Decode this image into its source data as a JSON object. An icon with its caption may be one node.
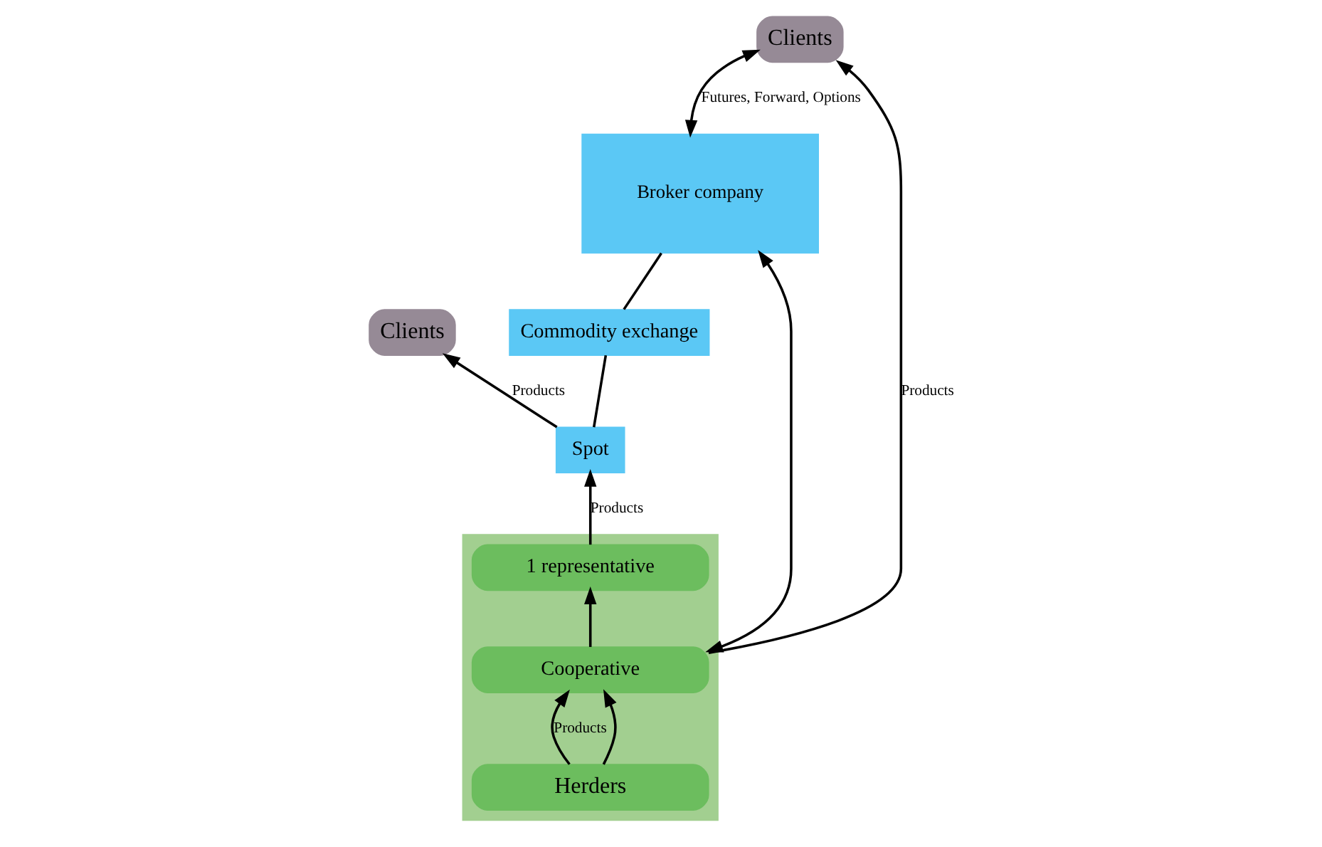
{
  "diagram": {
    "nodes": [
      {
        "text": [
          "Clients"
        ]
      },
      {
        "text": [
          "Commodity exchange"
        ]
      },
      {
        "text": [
          "Clients"
        ]
      },
      {
        "text": [
          "Spot"
        ]
      },
      {
        "text": [
          "Broker company"
        ]
      },
      {
        "text": [],
        "shape": "pentagon"
      },
      {
        "text": [
          "1 representative"
        ],
        "in": 5
      },
      {
        "text": [
          "Cooperative"
        ],
        "in": 5
      },
      {
        "text": [
          "Herders"
        ],
        "in": 5
      }
    ],
    "edges": [
      {
        "from": 3,
        "to": 0,
        "arrow": "to",
        "label": "Products"
      },
      {
        "from": 3,
        "to": 1,
        "arrow": "none"
      },
      {
        "from": 1,
        "to": 4,
        "arrow": "none"
      },
      {
        "from": 4,
        "to": 2,
        "arrow": "both",
        "label": "Futures, Forward, Options"
      },
      {
        "from": 6,
        "to": 3,
        "arrow": "to",
        "label": "Products"
      },
      {
        "from": 7,
        "to": 6,
        "arrow": "to"
      },
      {
        "from": 8,
        "to": 7,
        "arrow": "to",
        "label": "Products"
      },
      {
        "from": 8,
        "to": 7,
        "arrow": "to"
      },
      {
        "from": 7,
        "to": 4,
        "arrow": "both"
      },
      {
        "from": 7,
        "to": 2,
        "arrow": "to",
        "label": "Products"
      }
    ]
  }
}
